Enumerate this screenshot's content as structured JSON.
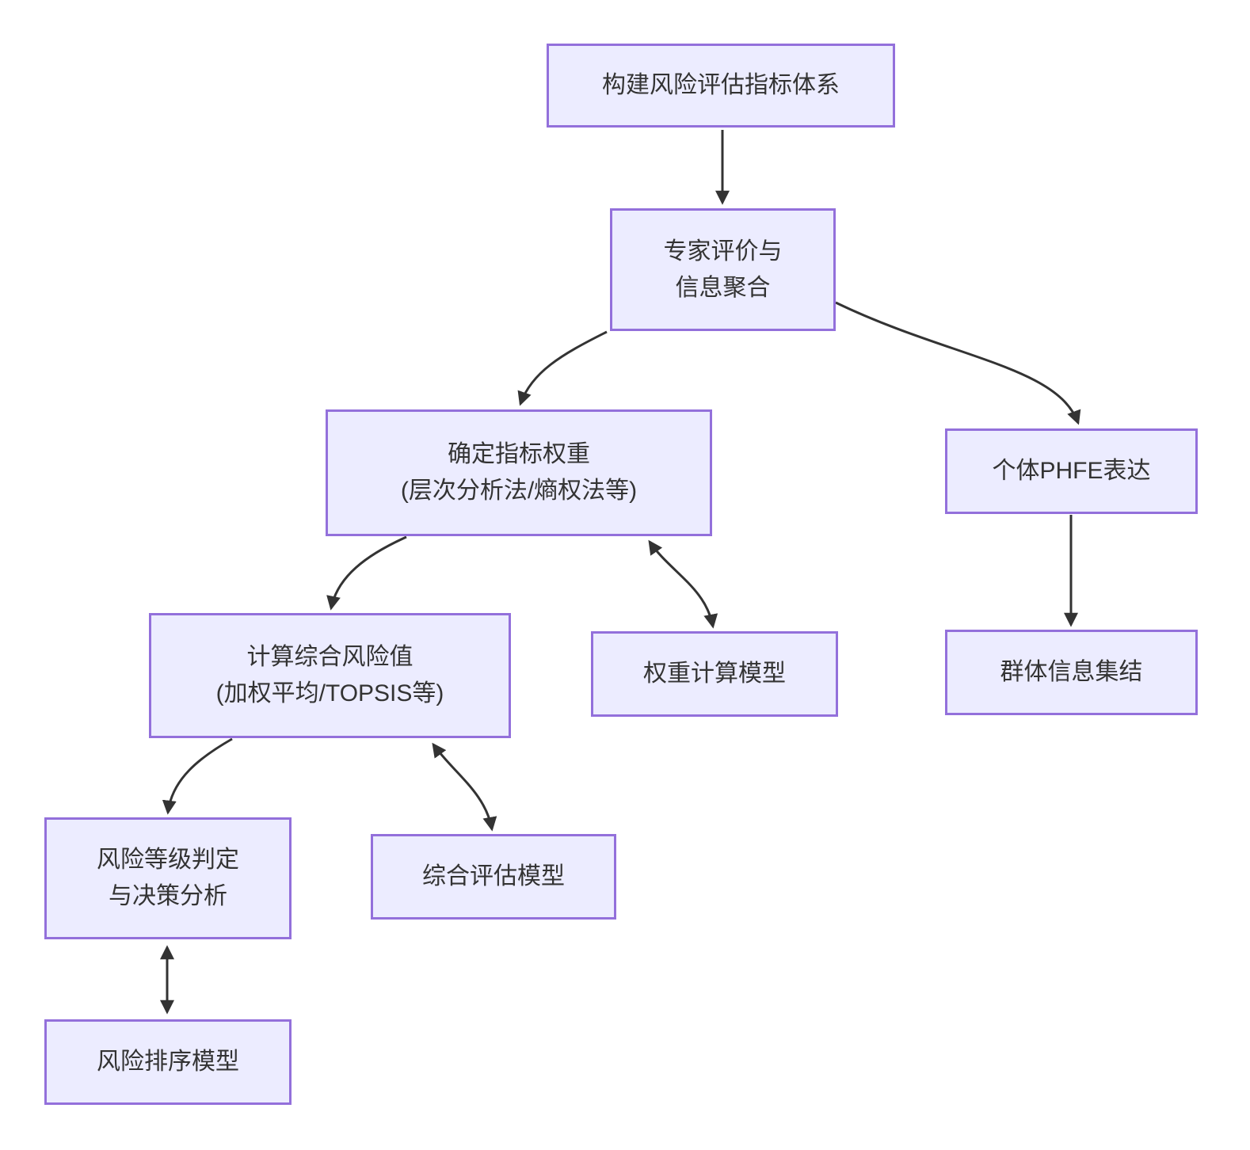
{
  "diagram_type": "flowchart",
  "colors": {
    "background": "#ffffff",
    "node_fill": "#ECECFF",
    "node_border": "#9370DB",
    "edge": "#333333",
    "text": "#333333"
  },
  "nodes": [
    {
      "id": "build-index-system",
      "lines": [
        "构建风险评估指标体系"
      ]
    },
    {
      "id": "expert-evaluation",
      "lines": [
        "专家评价与",
        "信息聚合"
      ]
    },
    {
      "id": "determine-weights",
      "lines": [
        "确定指标权重",
        "(层次分析法/熵权法等)"
      ]
    },
    {
      "id": "individual-phfe",
      "lines": [
        "个体PHFE表达"
      ]
    },
    {
      "id": "compute-risk-value",
      "lines": [
        "计算综合风险值",
        "(加权平均/TOPSIS等)"
      ]
    },
    {
      "id": "weight-model",
      "lines": [
        "权重计算模型"
      ]
    },
    {
      "id": "group-aggregation",
      "lines": [
        "群体信息集结"
      ]
    },
    {
      "id": "risk-grade-decision",
      "lines": [
        "风险等级判定",
        "与决策分析"
      ]
    },
    {
      "id": "assessment-model",
      "lines": [
        "综合评估模型"
      ]
    },
    {
      "id": "ranking-model",
      "lines": [
        "风险排序模型"
      ]
    }
  ],
  "edges": [
    {
      "from": "build-index-system",
      "to": "expert-evaluation",
      "bidirectional": false
    },
    {
      "from": "expert-evaluation",
      "to": "determine-weights",
      "bidirectional": false
    },
    {
      "from": "expert-evaluation",
      "to": "individual-phfe",
      "bidirectional": false
    },
    {
      "from": "determine-weights",
      "to": "compute-risk-value",
      "bidirectional": false
    },
    {
      "from": "determine-weights",
      "to": "weight-model",
      "bidirectional": true
    },
    {
      "from": "individual-phfe",
      "to": "group-aggregation",
      "bidirectional": false
    },
    {
      "from": "compute-risk-value",
      "to": "risk-grade-decision",
      "bidirectional": false
    },
    {
      "from": "compute-risk-value",
      "to": "assessment-model",
      "bidirectional": true
    },
    {
      "from": "risk-grade-decision",
      "to": "ranking-model",
      "bidirectional": true
    }
  ]
}
